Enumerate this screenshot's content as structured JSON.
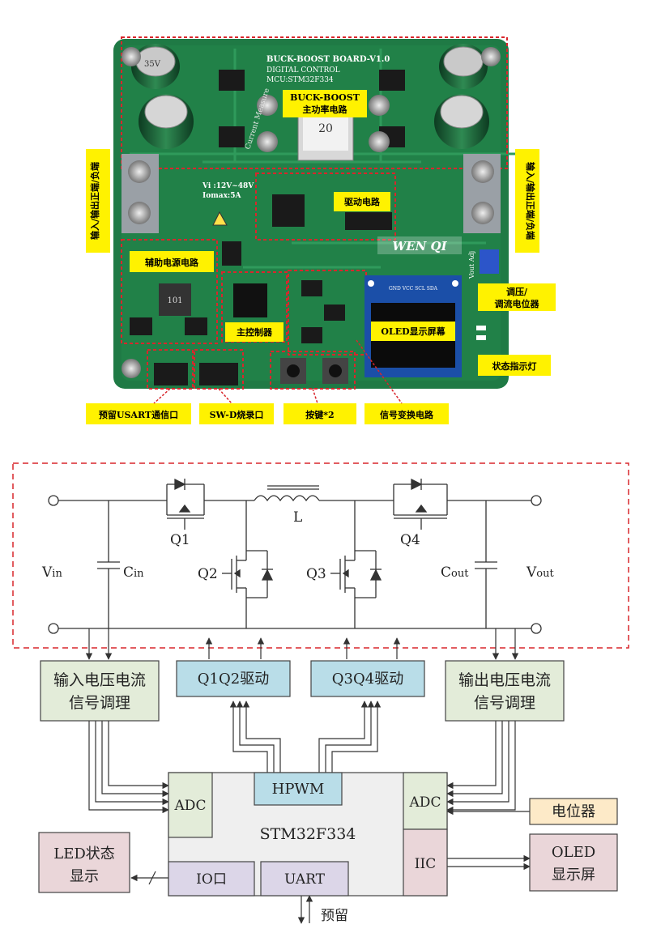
{
  "photo": {
    "board_title": "BUCK-BOOST BOARD-V1.0",
    "board_subtitle": "DIGITAL CONTROL",
    "board_mcu": "MCU:STM32F334",
    "silk_vi": "Vi :12V~48V",
    "silk_io": "Iomax:5A",
    "silk_brand": "WEN QI",
    "silk_current": "Current Measure",
    "silk_vout_adj": "Vout Adj",
    "inductor_mark": "20",
    "display_mark": "GND VCC SCL SDA",
    "cap_mark": "35V",
    "inductor2_mark": "101",
    "labels": {
      "main_power": [
        "BUCK-BOOST",
        "主功率电路"
      ],
      "drive": "驱动电路",
      "aux_power": "辅助电源电路",
      "main_controller": "主控制器",
      "oled": "OLED显示屏幕",
      "status_led": "状态指示灯",
      "potentiometer": [
        "调压/",
        "调流电位器"
      ],
      "usart": "预留USART通信口",
      "swd": "SW-D烧录口",
      "keys": "按键*2",
      "signal_conv": "信号变换电路",
      "left_side": "输入/输出正端/负端",
      "right_side": "输入/输出正端/负端"
    }
  },
  "schematic": {
    "vin": "V",
    "vin_sub": "in",
    "cin": "C",
    "cin_sub": "in",
    "cout": "C",
    "cout_sub": "out",
    "vout": "V",
    "vout_sub": "out",
    "q1": "Q1",
    "q2": "Q2",
    "q3": "Q3",
    "q4": "Q4",
    "inductor": "L"
  },
  "blocks": {
    "in_cond": [
      "输入电压电流",
      "信号调理"
    ],
    "q1q2": "Q1Q2驱动",
    "q3q4": "Q3Q4驱动",
    "out_cond": [
      "输出电压电流",
      "信号调理"
    ],
    "mcu": "STM32F334",
    "hpwm": "HPWM",
    "adc_left": "ADC",
    "adc_right": "ADC",
    "io": "IO口",
    "uart": "UART",
    "iic": "IIC",
    "pot": "电位器",
    "led": [
      "LED状态",
      "显示"
    ],
    "oled": [
      "OLED",
      "显示屏"
    ],
    "reserved": "预留"
  },
  "colors": {
    "pcb": "#1f7a45",
    "label_bg": "#fff200",
    "dash_red": "#d9262c",
    "green_block": "#e3ecd9",
    "blue_block": "#b9dde8",
    "mcu_body": "#efefef",
    "purple_block": "#dcd6e8",
    "pink_block": "#ead6d9",
    "pot_block": "#fdeac8"
  }
}
